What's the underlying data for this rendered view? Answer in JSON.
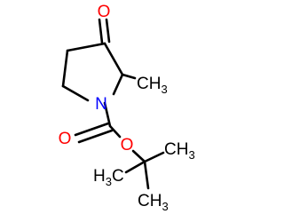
{
  "molecule": {
    "colors": {
      "bond": "#000000",
      "oxygen": "#ff0000",
      "nitrogen": "#0000ff",
      "carbon": "#000000"
    },
    "atoms": {
      "ketone_oxygen": "O",
      "ring_nitrogen": "N",
      "carbonyl_oxygen": "O",
      "ester_oxygen": "O",
      "methyl_ch3": {
        "main": "CH",
        "sub": "3"
      },
      "tbu_ch3_right": {
        "main": "CH",
        "sub": "3"
      },
      "tbu_ch3_left": {
        "prefix": "H",
        "sub": "3",
        "main": "C"
      },
      "tbu_ch3_bottom": {
        "main": "CH",
        "sub": "3"
      }
    }
  }
}
